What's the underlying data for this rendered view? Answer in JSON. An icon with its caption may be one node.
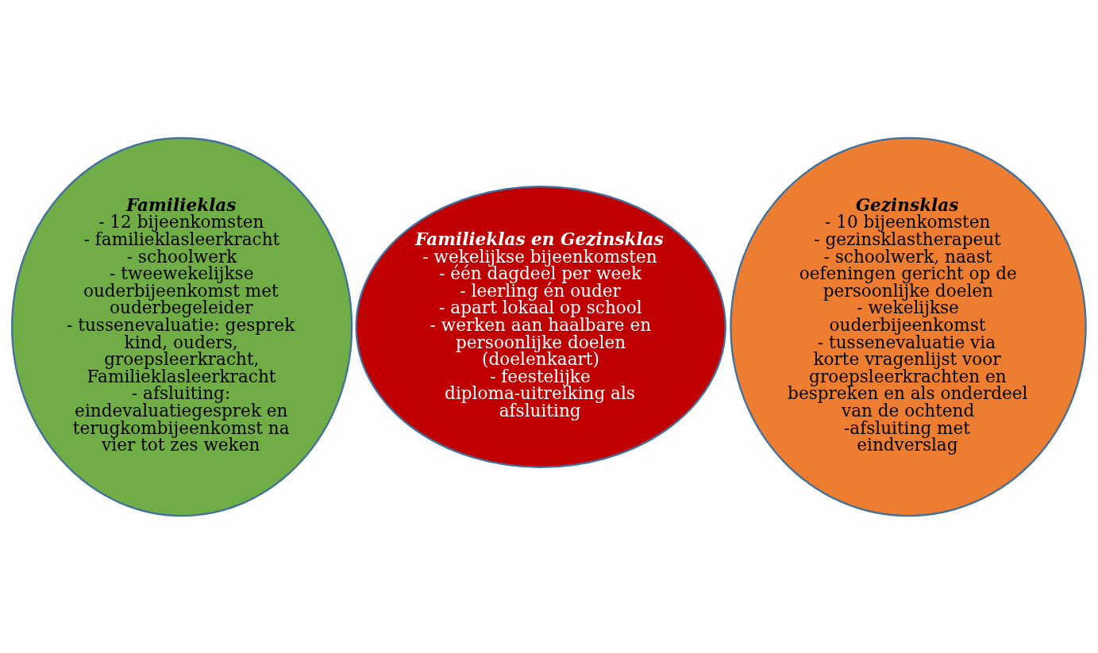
{
  "diagram": {
    "nodes": [
      {
        "text": [
          "Familieklas",
          "- 12 bijeenkomsten",
          "- familieklasleerkracht",
          "- schoolwerk",
          "- tweewekelijkse ouderbijeenkomst met ouderbegeleider",
          "- tussenevaluatie: gesprek kind, ouders, groepsleerkracht, Familieklasleerkracht",
          "- afsluiting: eindevaluatiegesprek en terugkombijeenkomst na vier tot zes weken"
        ]
      },
      {
        "text": [
          "Familieklas en Gezinsklas",
          "- wekelijkse bijeenkomsten",
          "- één dagdeel per week",
          "- leerling én ouder",
          "- apart lokaal op school",
          "- werken aan haalbare en persoonlijke doelen (doelenkaart)",
          "- feestelijke diploma-uitreiking als afsluiting"
        ]
      },
      {
        "text": [
          "Gezinsklas",
          "- 10 bijeenkomsten",
          "- gezinsklastherapeut",
          "- schoolwerk, naast oefeningen gericht op de persoonlijke doelen",
          "- wekelijkse ouderbijeenkomst",
          "- tussenevaluatie via korte vragenlijst voor groepsleerkrachten en bespreken en als onderdeel van de ochtend",
          "-afsluiting met eindverslag"
        ]
      }
    ],
    "edges": []
  }
}
